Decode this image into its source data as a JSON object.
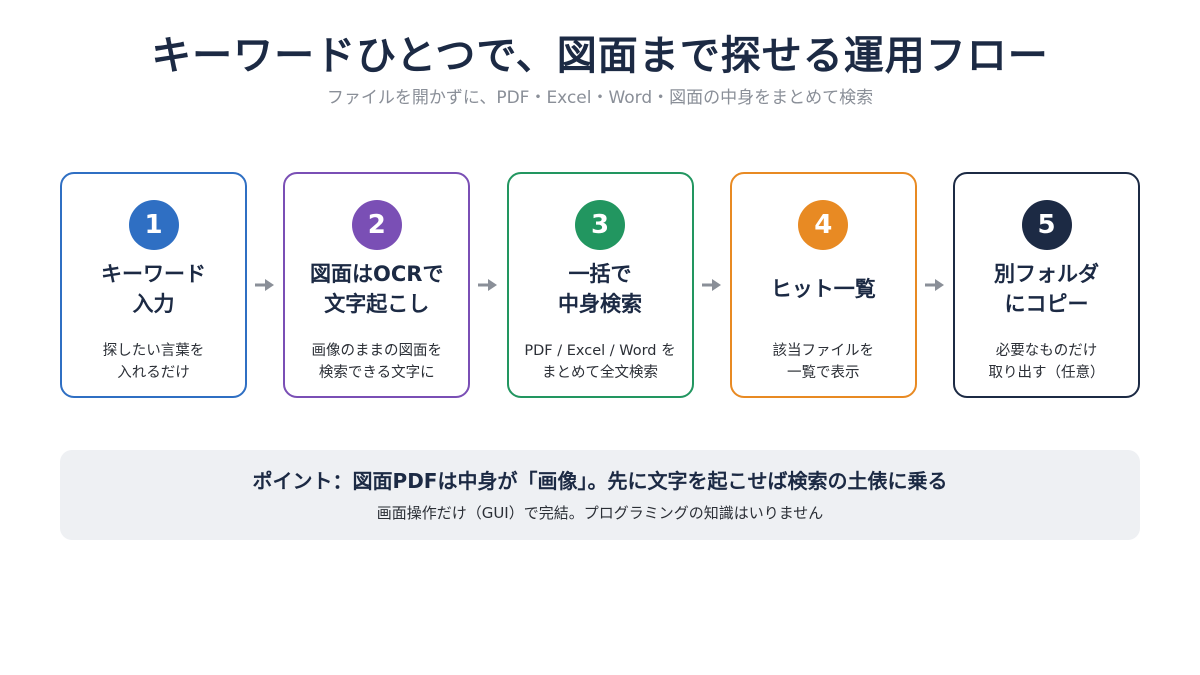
{
  "header": {
    "title": "キーワードひとつで、図面まで探せる運用フロー",
    "subtitle": "ファイルを開かずに、PDF・Excel・Word・図面の中身をまとめて検索"
  },
  "steps": [
    {
      "number": "1",
      "name": "キーワード\n入力",
      "description": "探したい言葉を\n入れるだけ",
      "color": "#2f6fc3"
    },
    {
      "number": "2",
      "name": "図面はOCRで\n文字起こし",
      "description": "画像のままの図面を\n検索できる文字に",
      "color": "#7a4fb5"
    },
    {
      "number": "3",
      "name": "一括で\n中身検索",
      "description": "PDF / Excel / Word を\nまとめて全文検索",
      "color": "#229660"
    },
    {
      "number": "4",
      "name": "ヒット一覧",
      "description": "該当ファイルを\n一覧で表示",
      "color": "#e88a23"
    },
    {
      "number": "5",
      "name": "別フォルダ\nにコピー",
      "description": "必要なものだけ\n取り出す（任意）",
      "color": "#1c2a44"
    }
  ],
  "arrow_color": "#8a8f98",
  "point": {
    "title": "ポイント：図面PDFは中身が「画像」。先に文字を起こせば検索の土俵に乗る",
    "subtitle": "画面操作だけ（GUI）で完結。プログラミングの知識はいりません"
  }
}
